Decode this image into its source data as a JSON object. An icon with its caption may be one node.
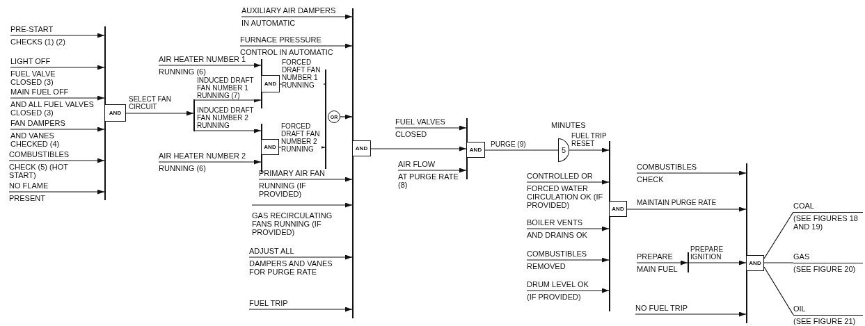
{
  "diagram": {
    "nodes": [
      {
        "text": [
          "PRE-START",
          "CHECKS (1) (2)"
        ]
      },
      {
        "text": [
          "LIGHT OFF",
          "FUEL VALVE CLOSED (3)"
        ]
      },
      {
        "text": [
          "MAIN FUEL OFF",
          "AND ALL FUEL VALVES CLOSED (3)"
        ]
      },
      {
        "text": [
          "FAN DAMPERS",
          "AND VANES CHECKED (4)"
        ]
      },
      {
        "text": [
          "COMBUSTIBLES",
          "CHECK (5) (HOT START)"
        ]
      },
      {
        "text": [
          "NO FLAME",
          "PRESENT"
        ]
      },
      {
        "text": [
          "AND"
        ]
      },
      {
        "text": [],
        "shape": "bar"
      },
      {
        "text": [
          "AIR HEATER NUMBER 1",
          "RUNNING (6)"
        ]
      },
      {
        "text": [
          "AIR HEATER NUMBER 2",
          "RUNNING (6)"
        ]
      },
      {
        "text": [
          "AND"
        ]
      },
      {
        "text": [
          "AND"
        ]
      },
      {
        "text": [
          "OR"
        ]
      },
      {
        "text": [
          "AUXILIARY AIR DAMPERS",
          "IN AUTOMATIC"
        ]
      },
      {
        "text": [
          "FURNACE PRESSURE",
          "CONTROL IN AUTOMATIC"
        ]
      },
      {
        "text": [
          "PRIMARY AIR FAN",
          "RUNNING (IF PROVIDED)"
        ]
      },
      {
        "text": [
          "GAS RECIRCULATING FANS RUNNING (IF PROVIDED)"
        ]
      },
      {
        "text": [
          "ADJUST ALL",
          "DAMPERS AND VANES FOR PURGE RATE"
        ]
      },
      {
        "text": [
          "FUEL TRIP"
        ]
      },
      {
        "text": [
          "AND"
        ]
      },
      {
        "text": [
          "FUEL VALVES",
          "CLOSED"
        ]
      },
      {
        "text": [
          "AIR FLOW",
          "AT PURGE RATE (8)"
        ]
      },
      {
        "text": [
          "AND"
        ]
      },
      {
        "text": [
          "5"
        ],
        "beside": [
          "MINUTES"
        ]
      },
      {
        "text": [
          "CONTROLLED OR",
          "FORCED WATER CIRCULATION OK (IF PROVIDED)"
        ]
      },
      {
        "text": [
          "BOILER VENTS",
          "AND DRAINS OK"
        ]
      },
      {
        "text": [
          "COMBUSTIBLES",
          "REMOVED"
        ]
      },
      {
        "text": [
          "DRUM LEVEL OK",
          "(IF PROVIDED)"
        ]
      },
      {
        "text": [
          "AND"
        ]
      },
      {
        "text": [
          "COMBUSTIBLES",
          "CHECK"
        ]
      },
      {
        "text": [
          "PREPARE",
          "MAIN FUEL"
        ]
      },
      {
        "text": [],
        "shape": "bar"
      },
      {
        "text": [
          "NO FUEL TRIP"
        ]
      },
      {
        "text": [
          "AND"
        ]
      },
      {
        "text": [
          "COAL",
          "(SEE FIGURES 18 AND 19)"
        ]
      },
      {
        "text": [
          "GAS",
          "(SEE FIGURE 20)"
        ]
      },
      {
        "text": [
          "OIL",
          "(SEE FIGURE 21)"
        ]
      }
    ],
    "edges": [
      {
        "from": 0,
        "to": 6,
        "arrow": "to"
      },
      {
        "from": 1,
        "to": 6,
        "arrow": "to"
      },
      {
        "from": 2,
        "to": 6,
        "arrow": "to"
      },
      {
        "from": 3,
        "to": 6,
        "arrow": "to"
      },
      {
        "from": 4,
        "to": 6,
        "arrow": "to"
      },
      {
        "from": 5,
        "to": 6,
        "arrow": "to"
      },
      {
        "from": 6,
        "to": 7,
        "arrow": "to",
        "label": "SELECT FAN CIRCUIT"
      },
      {
        "from": 7,
        "to": 10,
        "arrow": "to",
        "label": "INDUCED DRAFT FAN NUMBER 1 RUNNING (7)"
      },
      {
        "from": 7,
        "to": 11,
        "arrow": "to",
        "label": "INDUCED DRAFT FAN NUMBER 2 RUNNING"
      },
      {
        "from": 8,
        "to": 10,
        "arrow": "to"
      },
      {
        "from": 9,
        "to": 11,
        "arrow": "to"
      },
      {
        "from": 10,
        "to": 12,
        "arrow": "to",
        "label": "FORCED DRAFT FAN NUMBER 1 RUNNING"
      },
      {
        "from": 11,
        "to": 12,
        "arrow": "to",
        "label": "FORCED DRAFT FAN NUMBER 2 RUNNING"
      },
      {
        "from": 13,
        "to": 19,
        "arrow": "to"
      },
      {
        "from": 14,
        "to": 19,
        "arrow": "to"
      },
      {
        "from": 12,
        "to": 19,
        "arrow": "to"
      },
      {
        "from": 15,
        "to": 19,
        "arrow": "to"
      },
      {
        "from": 16,
        "to": 19,
        "arrow": "to"
      },
      {
        "from": 17,
        "to": 19,
        "arrow": "to"
      },
      {
        "from": 18,
        "to": 19,
        "arrow": "to"
      },
      {
        "from": 20,
        "to": 22,
        "arrow": "to"
      },
      {
        "from": 19,
        "to": 22,
        "arrow": "to"
      },
      {
        "from": 21,
        "to": 22,
        "arrow": "to"
      },
      {
        "from": 22,
        "to": 23,
        "arrow": "none",
        "label": "PURGE (9)"
      },
      {
        "from": 23,
        "to": 28,
        "arrow": "to",
        "label": "FUEL TRIP RESET"
      },
      {
        "from": 24,
        "to": 28,
        "arrow": "to"
      },
      {
        "from": 25,
        "to": 28,
        "arrow": "to"
      },
      {
        "from": 26,
        "to": 28,
        "arrow": "to"
      },
      {
        "from": 27,
        "to": 28,
        "arrow": "to"
      },
      {
        "from": 29,
        "to": 33,
        "arrow": "to"
      },
      {
        "from": 28,
        "to": 33,
        "arrow": "to",
        "label": "MAINTAIN PURGE RATE"
      },
      {
        "from": 30,
        "to": 31,
        "arrow": "to"
      },
      {
        "from": 31,
        "to": 33,
        "arrow": "to",
        "label": "PREPARE IGNITION"
      },
      {
        "from": 32,
        "to": 33,
        "arrow": "to"
      },
      {
        "from": 33,
        "to": 34,
        "arrow": "none"
      },
      {
        "from": 33,
        "to": 35,
        "arrow": "none"
      },
      {
        "from": 33,
        "to": 36,
        "arrow": "none"
      }
    ]
  }
}
